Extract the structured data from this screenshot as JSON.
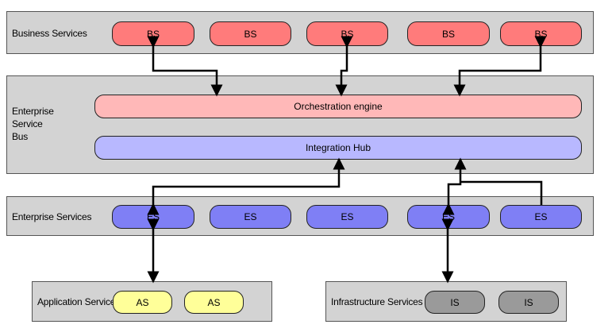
{
  "layers": {
    "business": {
      "label": "Business Services",
      "services": [
        "BS",
        "BS",
        "BS",
        "BS",
        "BS"
      ]
    },
    "esb": {
      "label_lines": [
        "Enterprise",
        "Service",
        "Bus"
      ],
      "orchestration": "Orchestration engine",
      "integration": "Integration Hub"
    },
    "enterprise": {
      "label": "Enterprise Services",
      "services": [
        "ES",
        "ES",
        "ES",
        "ES",
        "ES"
      ]
    },
    "application": {
      "label": "Application Services",
      "services": [
        "AS",
        "AS"
      ]
    },
    "infrastructure": {
      "label": "Infrastructure Services",
      "services": [
        "IS",
        "IS"
      ]
    }
  },
  "colors": {
    "layer_bg": "#d3d3d3",
    "business_service": "#ff7b7b",
    "orchestration": "#ffb8b8",
    "integration": "#b8b8ff",
    "enterprise_service": "#7f7ff5",
    "application_service": "#ffff99",
    "infrastructure_service": "#9a9a9a"
  }
}
